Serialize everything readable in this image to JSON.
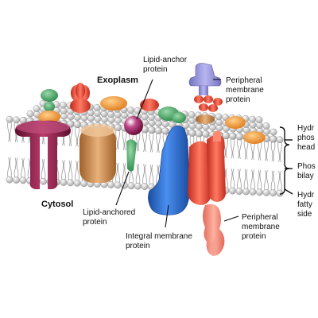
{
  "labels": {
    "exoplasm": "Exoplasm",
    "cytosol": "Cytosol",
    "lipid_anchor_protein": [
      "Lipid-anchor",
      "protein"
    ],
    "peripheral_top": [
      "Peripheral",
      "membrane",
      "protein"
    ],
    "lipid_anchored_protein": [
      "Lipid-anchored",
      "protein"
    ],
    "integral_membrane_protein": [
      "Integral membrane",
      "protein"
    ],
    "peripheral_bottom": [
      "Peripheral",
      "membrane",
      "protein"
    ],
    "hydrophilic_heads": [
      "Hydr",
      "phos",
      "head"
    ],
    "phospholipid_bilayer": [
      "Phos",
      "bilay"
    ],
    "hydrophobic_tails": [
      "Hydr",
      "fatty",
      "side"
    ]
  },
  "colors": {
    "head_fill": "#d8d8d8",
    "tail_stroke": "#9a9a9a",
    "maroon": "#8a1f4a",
    "tan": "#c98a4a",
    "blue": "#2a6fd0",
    "red": "#e84a3a",
    "salmon": "#f08b7a",
    "lavender": "#9a97d8",
    "green": "#3aa060",
    "orange": "#f08a2a"
  }
}
